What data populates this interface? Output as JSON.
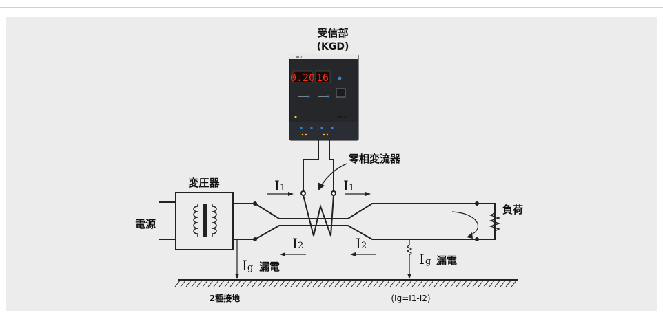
{
  "receiver": {
    "title": "受信部",
    "model": "(KGD)"
  },
  "device": {
    "header": "KGD",
    "brand": "LUMITEC",
    "display_left": "0.20",
    "display_right": "16",
    "led_red": "#ff2a10",
    "body_color": "#202226",
    "accent": "#2f86d6"
  },
  "labels": {
    "zct": "零相変流器",
    "transformer": "変圧器",
    "source": "電源",
    "load": "負荷",
    "leak": "漏電",
    "ground": "2種接地",
    "equation": "(Ig=I1-I2)"
  },
  "currents": {
    "i1_a_main": "I",
    "i1_a_sub": "1",
    "i1_b_main": "I",
    "i1_b_sub": "1",
    "i2_a_main": "I",
    "i2_a_sub": "2",
    "i2_b_main": "I",
    "i2_b_sub": "2",
    "ig_a_main": "I",
    "ig_a_sub": "g",
    "ig_b_main": "I",
    "ig_b_sub": "g"
  }
}
